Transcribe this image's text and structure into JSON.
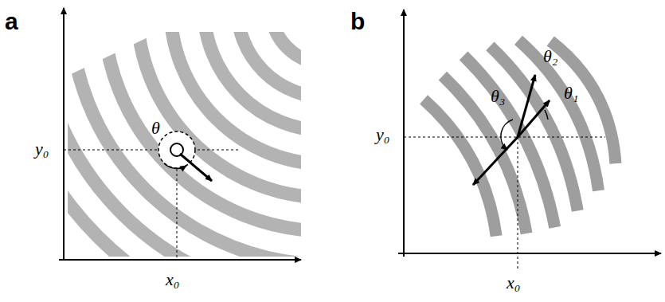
{
  "diagram": {
    "labels": [
      "a",
      "θ",
      "y₀",
      "x₀",
      "b",
      "θ₃",
      "θ₂",
      "θ₁",
      "y₀",
      "x₀"
    ]
  }
}
